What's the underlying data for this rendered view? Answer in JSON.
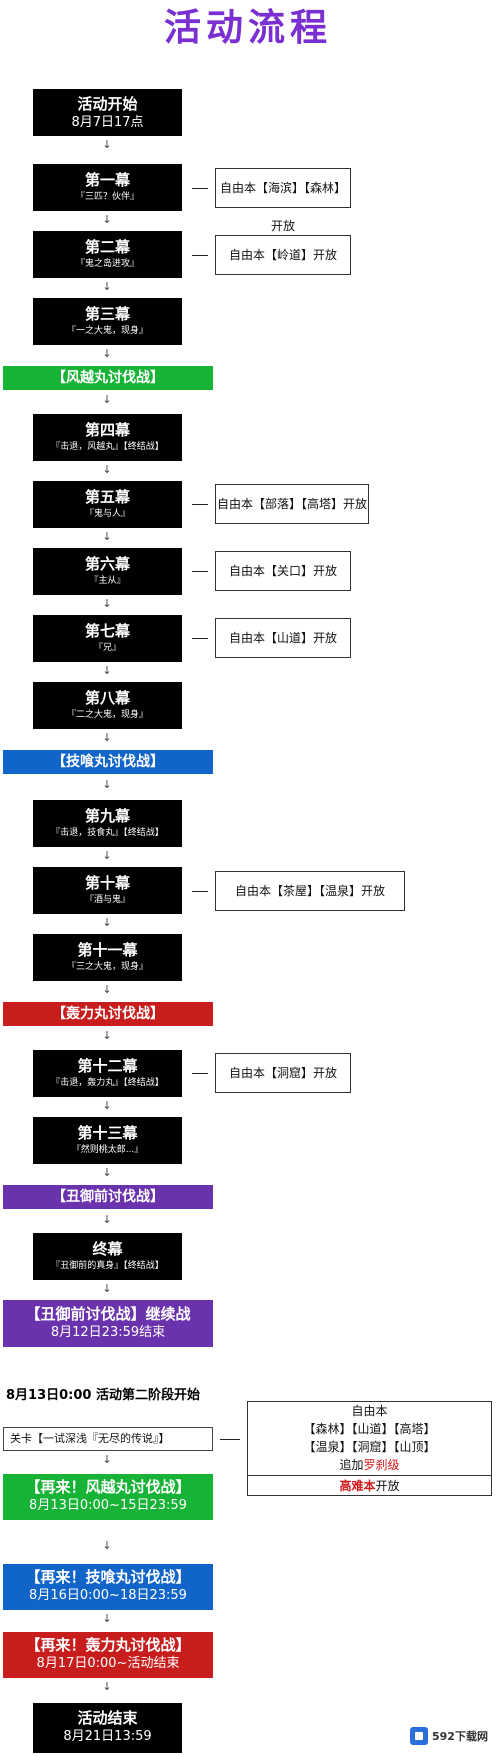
{
  "title": "活动流程",
  "start": {
    "title": "活动开始",
    "date": "8月7日17点"
  },
  "acts": [
    {
      "title": "第一幕",
      "sub": "『三匹？伙伴』"
    },
    {
      "title": "第二幕",
      "sub": "『鬼之岛进攻』"
    },
    {
      "title": "第三幕",
      "sub": "『一之大鬼，现身』"
    },
    {
      "title": "第四幕",
      "sub": "『击退，风越丸』【终结战】"
    },
    {
      "title": "第五幕",
      "sub": "『鬼与人』"
    },
    {
      "title": "第六幕",
      "sub": "『主从』"
    },
    {
      "title": "第七幕",
      "sub": "『兄』"
    },
    {
      "title": "第八幕",
      "sub": "『二之大鬼，现身』"
    },
    {
      "title": "第九幕",
      "sub": "『击退，技食丸』【终结战】"
    },
    {
      "title": "第十幕",
      "sub": "『酒与鬼』"
    },
    {
      "title": "第十一幕",
      "sub": "『三之大鬼，现身』"
    },
    {
      "title": "第十二幕",
      "sub": "『击退，轰力丸』【终结战】"
    },
    {
      "title": "第十三幕",
      "sub": "『然则桃太郎...』"
    },
    {
      "title": "终幕",
      "sub": "『丑御前的真身』【终结战】"
    }
  ],
  "free_quests": [
    "自由本【海滨】【森林】开放",
    "自由本【岭道】开放",
    "自由本【部落】【高塔】开放",
    "自由本【关口】开放",
    "自由本【山道】开放",
    "自由本【茶屋】【温泉】开放",
    "自由本【洞窟】开放"
  ],
  "raids": [
    "【风越丸讨伐战】",
    "【技喰丸讨伐战】",
    "【轰力丸讨伐战】",
    "【丑御前讨伐战】"
  ],
  "continuation": {
    "title": "【丑御前讨伐战】继续战",
    "date": "8月12日23:59结束"
  },
  "phase2": "8月13日0:00 活动第二阶段开始",
  "gate": "关卡【一试深浅『无尽的传说』】",
  "free_box": {
    "title": "自由本",
    "line1": "【森林】【山道】【高塔】",
    "line2": "【温泉】【洞窟】【山顶】",
    "line3_pre": "追加",
    "line3_hl": "罗刹级",
    "hard_hl": "高难本",
    "hard_post": "开放"
  },
  "rematches": [
    {
      "title": "【再来！风越丸讨伐战】",
      "date": "8月13日0:00~15日23:59"
    },
    {
      "title": "【再来！技喰丸讨伐战】",
      "date": "8月16日0:00~18日23:59"
    },
    {
      "title": "【再来！轰力丸讨伐战】",
      "date": "8月17日0:00~活动结束"
    }
  ],
  "end": {
    "title": "活动结束",
    "date": "8月21日13:59"
  },
  "watermark": "592下载网",
  "colors": {
    "title": "#7a2fd0",
    "green": "#16b336",
    "blue": "#1165c9",
    "red": "#c81d1d",
    "purple": "#6a32ad",
    "accent_red": "#d01818"
  }
}
